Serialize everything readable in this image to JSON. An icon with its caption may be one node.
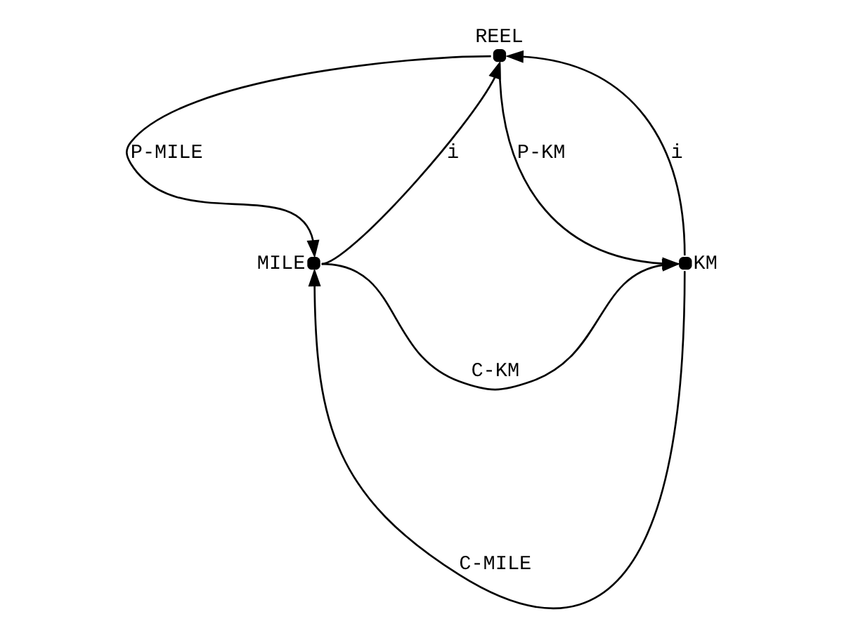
{
  "diagram": {
    "nodes": [
      {
        "text": [],
        "shape": "dot",
        "beside": [
          "REEL"
        ]
      },
      {
        "text": [],
        "shape": "dot",
        "beside": [
          "MILE"
        ]
      },
      {
        "text": [],
        "shape": "dot",
        "beside": [
          "KM"
        ]
      }
    ],
    "edges": [
      {
        "from": 0,
        "to": 1,
        "arrow": "to",
        "label": "P-MILE"
      },
      {
        "from": 1,
        "to": 0,
        "arrow": "to",
        "label": "i"
      },
      {
        "from": 2,
        "to": 0,
        "arrow": "to",
        "label": "i"
      },
      {
        "from": 0,
        "to": 2,
        "arrow": "to",
        "label": "P-KM"
      },
      {
        "from": 2,
        "to": 1,
        "arrow": "to",
        "label": "C-MILE"
      },
      {
        "from": 1,
        "to": 2,
        "arrow": "to",
        "label": "C-KM"
      }
    ]
  }
}
